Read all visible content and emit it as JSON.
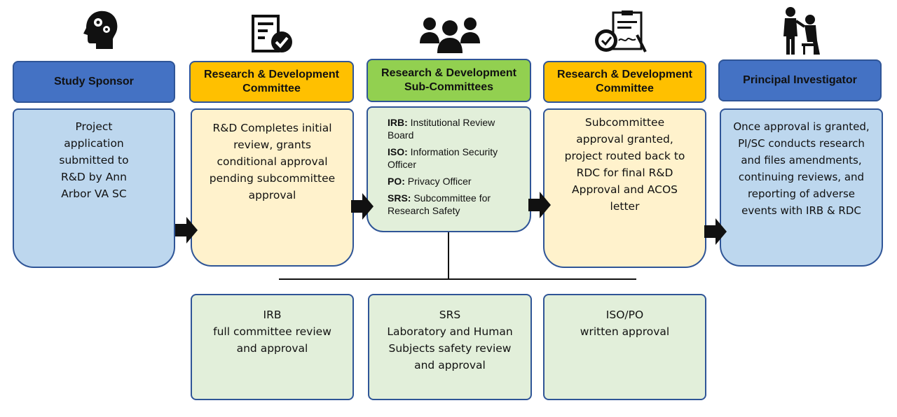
{
  "columns": [
    {
      "icon": "head-gears-icon",
      "header": "Study Sponsor",
      "body": [
        "Project",
        "application",
        "submitted to",
        "R&D by Ann",
        "Arbor VA SC"
      ]
    },
    {
      "icon": "document-check-icon",
      "header": "Research & Development\nCommittee",
      "body": [
        "R&D Completes initial",
        "review, grants",
        "conditional approval",
        "pending subcommittee",
        "approval"
      ]
    },
    {
      "icon": "group-people-icon",
      "header": "Research & Development\nSub-Committees",
      "definitions": [
        {
          "term": "IRB:",
          "text": "Institutional Review Board"
        },
        {
          "term": "ISO:",
          "text": "Information Security Officer"
        },
        {
          "term": "PO:",
          "text": "Privacy Officer"
        },
        {
          "term": "SRS:",
          "text": "Subcommittee for Research Safety"
        }
      ]
    },
    {
      "icon": "approved-document-icon",
      "header": "Research & Development\nCommittee",
      "body": [
        "Subcommittee",
        "approval granted,",
        "project routed back to",
        "RDC for final R&D",
        "Approval and ACOS",
        "letter"
      ]
    },
    {
      "icon": "doctor-patient-icon",
      "header": "Principal Investigator",
      "body": [
        "Once approval is granted,",
        "PI/SC conducts research",
        "and files amendments,",
        "continuing reviews, and",
        "reporting of adverse",
        "events with IRB & RDC"
      ]
    }
  ],
  "subcommittees": [
    {
      "lines": [
        "IRB",
        "full committee review",
        "and approval"
      ]
    },
    {
      "lines": [
        "SRS",
        "Laboratory and Human",
        "Subjects safety review",
        "and approval"
      ]
    },
    {
      "lines": [
        "ISO/PO",
        "written approval"
      ]
    }
  ],
  "colors": {
    "blue_header": "#4472c4",
    "yellow_header": "#ffc000",
    "green_header": "#92d050",
    "light_blue": "#bdd7ee",
    "light_yellow": "#fff2cc",
    "light_green": "#e2efda",
    "border": "#2f5597"
  }
}
